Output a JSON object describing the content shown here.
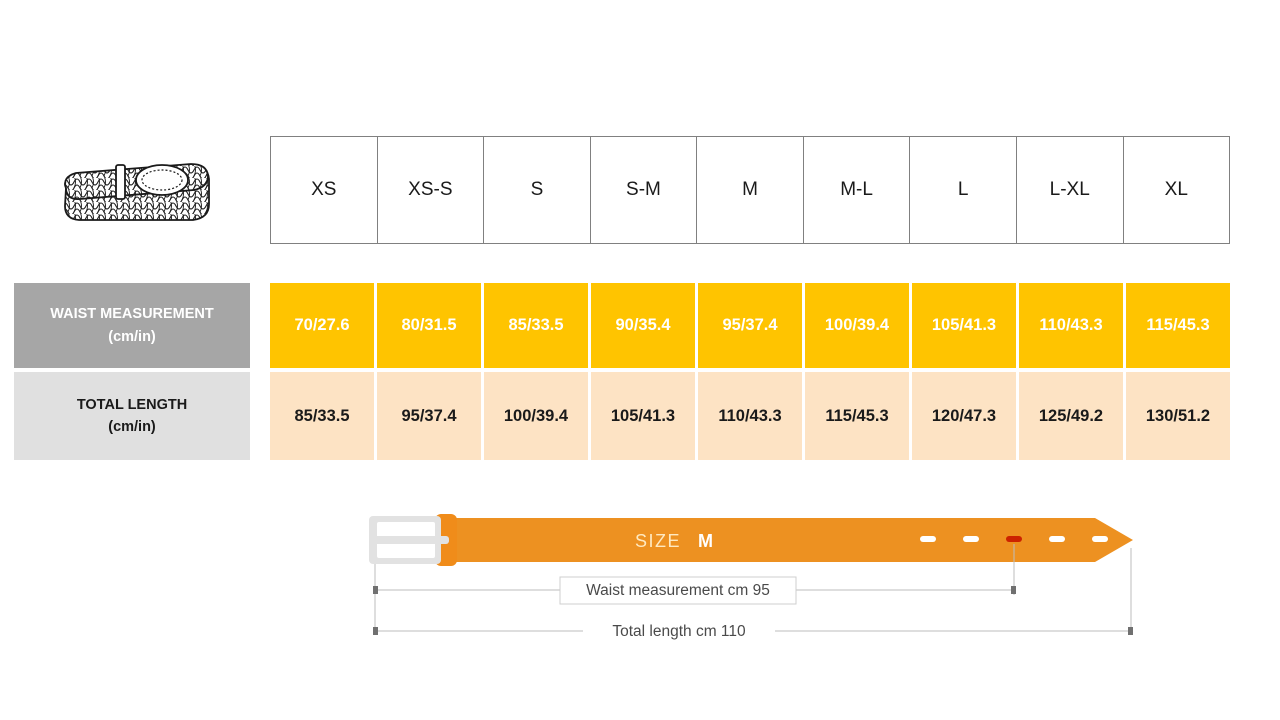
{
  "illustration": {
    "name": "woven-belt-coiled-illustration"
  },
  "size_table": {
    "sizes": [
      "XS",
      "XS-S",
      "S",
      "S-M",
      "M",
      "M-L",
      "L",
      "L-XL",
      "XL"
    ]
  },
  "rows": [
    {
      "id": "waist",
      "label_line1": "WAIST MEASUREMENT",
      "label_line2": "(cm/in)",
      "label_bg": "#a6a6a6",
      "label_color": "#ffffff",
      "cell_bg": "#ffc400",
      "cell_color": "#ffffff",
      "values": [
        "70/27.6",
        "80/31.5",
        "85/33.5",
        "90/35.4",
        "95/37.4",
        "100/39.4",
        "105/41.3",
        "110/43.3",
        "115/45.3"
      ]
    },
    {
      "id": "length",
      "label_line1": "TOTAL LENGTH",
      "label_line2": "(cm/in)",
      "label_bg": "#e0e0e0",
      "label_color": "#1a1a1a",
      "cell_bg": "#fde3c4",
      "cell_color": "#1a1a1a",
      "values": [
        "85/33.5",
        "95/37.4",
        "100/39.4",
        "105/41.3",
        "110/43.3",
        "115/45.3",
        "120/47.3",
        "125/49.2",
        "130/51.2"
      ]
    }
  ],
  "belt_diagram": {
    "size_word": "SIZE",
    "size_value": "M",
    "waist_label": "Waist measurement cm 95",
    "total_label": "Total length cm 110",
    "belt_color": "#ed9121",
    "buckle_color": "#e2e2e2",
    "hole_color": "#ffffff",
    "active_hole_color": "#cc2200",
    "holes_count": 5,
    "active_hole_index": 2
  },
  "chart_data": {
    "type": "table",
    "title": "Belt size chart",
    "categories": [
      "XS",
      "XS-S",
      "S",
      "S-M",
      "M",
      "M-L",
      "L",
      "L-XL",
      "XL"
    ],
    "series": [
      {
        "name": "Waist measurement (cm/in)",
        "values_cm": [
          70,
          80,
          85,
          90,
          95,
          100,
          105,
          110,
          115
        ],
        "values_in": [
          27.6,
          31.5,
          33.5,
          35.4,
          37.4,
          39.4,
          41.3,
          43.3,
          45.3
        ]
      },
      {
        "name": "Total length (cm/in)",
        "values_cm": [
          85,
          95,
          100,
          105,
          110,
          115,
          120,
          125,
          130
        ],
        "values_in": [
          33.5,
          37.4,
          39.4,
          41.3,
          43.3,
          45.3,
          47.3,
          49.2,
          51.2
        ]
      }
    ],
    "highlighted_size": "M",
    "highlighted_waist_cm": 95,
    "highlighted_total_length_cm": 110
  }
}
